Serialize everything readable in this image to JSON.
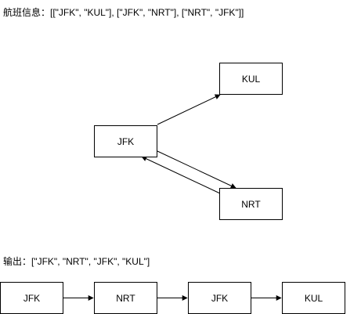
{
  "flights_caption": "航班信息：[[\"JFK\", \"KUL\"], [\"JFK\", \"NRT\"], [\"NRT\", \"JFK\"]]",
  "output_caption": "输出：[\"JFK\", \"NRT\", \"JFK\", \"KUL\"]",
  "graph": {
    "nodes": [
      "JFK",
      "KUL",
      "NRT"
    ],
    "edges": [
      [
        "JFK",
        "KUL"
      ],
      [
        "JFK",
        "NRT"
      ],
      [
        "NRT",
        "JFK"
      ]
    ]
  },
  "path": [
    "JFK",
    "NRT",
    "JFK",
    "KUL"
  ]
}
